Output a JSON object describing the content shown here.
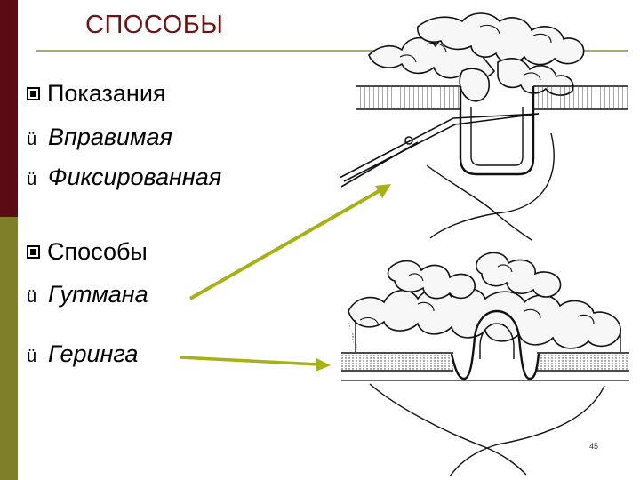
{
  "slide": {
    "title": "СПОСОБЫ",
    "page_number": "45",
    "colors": {
      "bar_top": "#5b0b14",
      "bar_bottom": "#7f7f2a",
      "title": "#6b1414",
      "arrow": "#a6b116"
    }
  },
  "sections": [
    {
      "heading": "Показания",
      "items": [
        "Вправимая",
        "Фиксированная"
      ]
    },
    {
      "heading": "Способы",
      "items": [
        "Гутмана",
        "Геринга"
      ]
    }
  ],
  "icons": {
    "section_bullet": "square-bullet-icon",
    "item_bullet": "checkmark-icon",
    "checkmark_glyph": "ü"
  }
}
